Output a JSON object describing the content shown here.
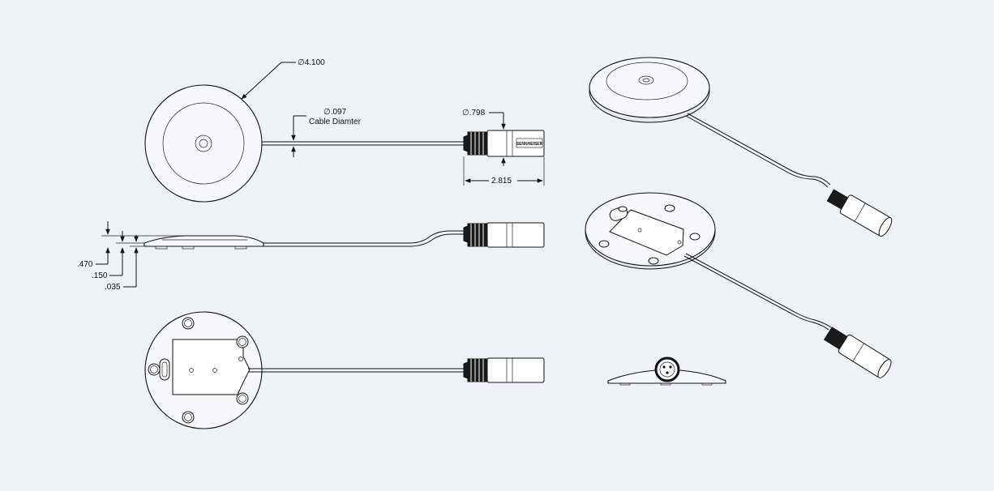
{
  "dimensions": {
    "disk_diameter": "4.100",
    "cable_diameter": ".097",
    "cable_diameter_label": "Cable Diamter",
    "connector_diameter": ".798",
    "connector_length": "2.815",
    "height_total": ".470",
    "height_mid": ".150",
    "height_base": ".035"
  },
  "symbols": {
    "diameter": "∅"
  },
  "logo_text": "SENNHEISER",
  "colors": {
    "background": "#eef2f7",
    "line": "#111111",
    "part_fill": "#f6f8fb"
  }
}
